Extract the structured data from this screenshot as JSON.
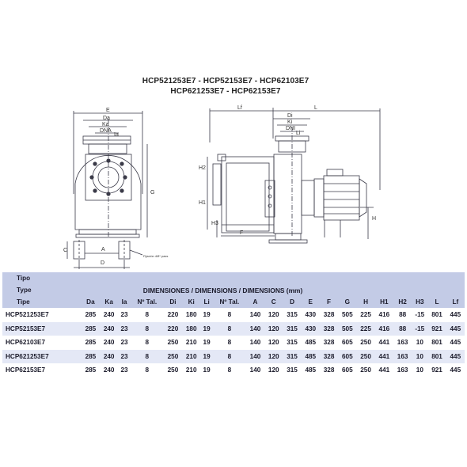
{
  "title_line1": "HCP521253E7 - HCP52153E7 - HCP62103E7",
  "title_line2": "HCP621253E7 - HCP62153E7",
  "drawing_labels": {
    "E": "E",
    "Da": "Da",
    "Ka": "Ka",
    "Ia": "Ia",
    "DNA": "DNA",
    "G": "G",
    "C": "C",
    "D": "D",
    "A": "A",
    "fixing": "Fijación 4Ø* pass",
    "Lf": "Lf",
    "L": "L",
    "Di": "Di",
    "Ki": "Ki",
    "Li": "Li",
    "DNI": "DNI",
    "H2": "H2",
    "H1": "H1",
    "H3": "H3",
    "F": "F",
    "H": "H"
  },
  "table": {
    "tipo_labels": [
      "Tipo",
      "Type",
      "Tipe"
    ],
    "dimensions_title": "DIMENSIONES / DIMENSIONS / DIMENSIONS (mm)",
    "columns": [
      "Da",
      "Ka",
      "Ia",
      "Nº Tal.",
      "Di",
      "Ki",
      "Li",
      "Nº Tal.",
      "A",
      "C",
      "D",
      "E",
      "F",
      "G",
      "H",
      "H1",
      "H2",
      "H3",
      "L",
      "Lf"
    ],
    "rows": [
      {
        "tipo": "HCP521253E7",
        "values": [
          "285",
          "240",
          "23",
          "8",
          "220",
          "180",
          "19",
          "8",
          "140",
          "120",
          "315",
          "430",
          "328",
          "505",
          "225",
          "416",
          "88",
          "-15",
          "801",
          "445"
        ]
      },
      {
        "tipo": "HCP52153E7",
        "values": [
          "285",
          "240",
          "23",
          "8",
          "220",
          "180",
          "19",
          "8",
          "140",
          "120",
          "315",
          "430",
          "328",
          "505",
          "225",
          "416",
          "88",
          "-15",
          "921",
          "445"
        ]
      },
      {
        "tipo": "HCP62103E7",
        "values": [
          "285",
          "240",
          "23",
          "8",
          "250",
          "210",
          "19",
          "8",
          "140",
          "120",
          "315",
          "485",
          "328",
          "605",
          "250",
          "441",
          "163",
          "10",
          "801",
          "445"
        ]
      },
      {
        "tipo": "HCP621253E7",
        "values": [
          "285",
          "240",
          "23",
          "8",
          "250",
          "210",
          "19",
          "8",
          "140",
          "120",
          "315",
          "485",
          "328",
          "605",
          "250",
          "441",
          "163",
          "10",
          "801",
          "445"
        ]
      },
      {
        "tipo": "HCP62153E7",
        "values": [
          "285",
          "240",
          "23",
          "8",
          "250",
          "210",
          "19",
          "8",
          "140",
          "120",
          "315",
          "485",
          "328",
          "605",
          "250",
          "441",
          "163",
          "10",
          "921",
          "445"
        ]
      }
    ]
  }
}
